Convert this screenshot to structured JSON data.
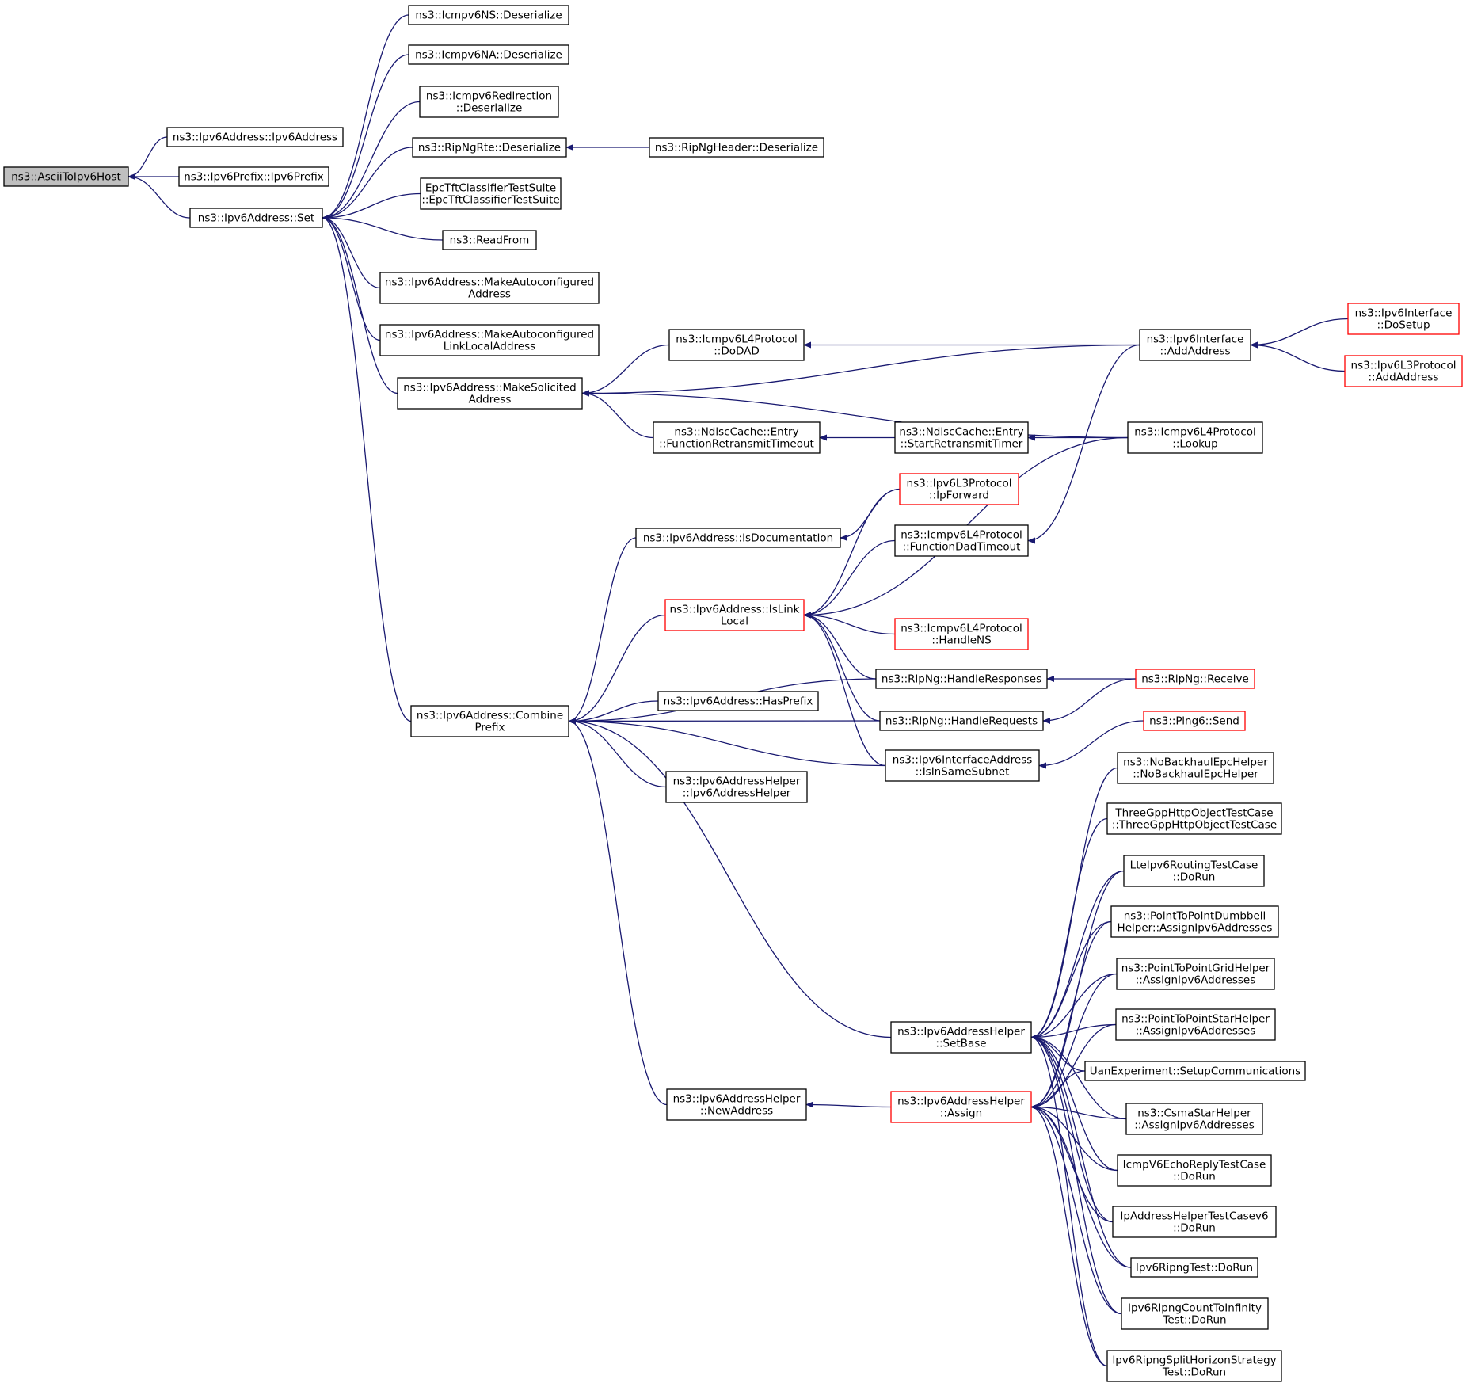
{
  "colors": {
    "edge": "#191970",
    "arrowhead": "#191970",
    "node_border": "#000000",
    "node_border_truncated": "#ff0000",
    "node_fill": "#ffffff",
    "root_fill": "#bfbfbf"
  },
  "nodes": [
    {
      "id": "n0",
      "lines": [
        "ns3::AsciiToIpv6Host"
      ],
      "root": true
    },
    {
      "id": "n1",
      "lines": [
        "ns3::Ipv6Address::Ipv6Address"
      ]
    },
    {
      "id": "n2",
      "lines": [
        "ns3::Ipv6Prefix::Ipv6Prefix"
      ]
    },
    {
      "id": "n3",
      "lines": [
        "ns3::Ipv6Address::Set"
      ]
    },
    {
      "id": "n4",
      "lines": [
        "ns3::Icmpv6NS::Deserialize"
      ]
    },
    {
      "id": "n5",
      "lines": [
        "ns3::Icmpv6NA::Deserialize"
      ]
    },
    {
      "id": "n6",
      "lines": [
        "ns3::Icmpv6Redirection",
        "::Deserialize"
      ]
    },
    {
      "id": "n7",
      "lines": [
        "ns3::RipNgRte::Deserialize"
      ]
    },
    {
      "id": "n8",
      "lines": [
        "ns3::RipNgHeader::Deserialize"
      ]
    },
    {
      "id": "n9",
      "lines": [
        "EpcTftClassifierTestSuite",
        "::EpcTftClassifierTestSuite"
      ]
    },
    {
      "id": "n10",
      "lines": [
        "ns3::ReadFrom"
      ]
    },
    {
      "id": "n11",
      "lines": [
        "ns3::Ipv6Address::MakeAutoconfigured",
        "Address"
      ]
    },
    {
      "id": "n12",
      "lines": [
        "ns3::Ipv6Address::MakeAutoconfigured",
        "LinkLocalAddress"
      ]
    },
    {
      "id": "n13",
      "lines": [
        "ns3::Ipv6Address::MakeSolicited",
        "Address"
      ]
    },
    {
      "id": "n14",
      "lines": [
        "ns3::Icmpv6L4Protocol",
        "::DoDAD"
      ]
    },
    {
      "id": "n15",
      "lines": [
        "ns3::Ipv6Interface",
        "::AddAddress"
      ]
    },
    {
      "id": "n16",
      "lines": [
        "ns3::Ipv6Interface",
        "::DoSetup"
      ],
      "truncated": true
    },
    {
      "id": "n17",
      "lines": [
        "ns3::Ipv6L3Protocol",
        "::AddAddress"
      ],
      "truncated": true
    },
    {
      "id": "n18",
      "lines": [
        "ns3::NdiscCache::Entry",
        "::FunctionRetransmitTimeout"
      ]
    },
    {
      "id": "n19",
      "lines": [
        "ns3::NdiscCache::Entry",
        "::StartRetransmitTimer"
      ]
    },
    {
      "id": "n20",
      "lines": [
        "ns3::Icmpv6L4Protocol",
        "::Lookup"
      ]
    },
    {
      "id": "n21",
      "lines": [
        "ns3::Ipv6L3Protocol",
        "::IpForward"
      ],
      "truncated": true
    },
    {
      "id": "n22",
      "lines": [
        "ns3::Ipv6Address::IsDocumentation"
      ]
    },
    {
      "id": "n23",
      "lines": [
        "ns3::Icmpv6L4Protocol",
        "::FunctionDadTimeout"
      ]
    },
    {
      "id": "n24",
      "lines": [
        "ns3::Ipv6Address::IsLink",
        "Local"
      ],
      "truncated": true
    },
    {
      "id": "n25",
      "lines": [
        "ns3::Icmpv6L4Protocol",
        "::HandleNS"
      ],
      "truncated": true
    },
    {
      "id": "n26",
      "lines": [
        "ns3::RipNg::HandleResponses"
      ]
    },
    {
      "id": "n27",
      "lines": [
        "ns3::RipNg::Receive"
      ],
      "truncated": true
    },
    {
      "id": "n28",
      "lines": [
        "ns3::Ipv6Address::HasPrefix"
      ]
    },
    {
      "id": "n29",
      "lines": [
        "ns3::Ipv6Address::Combine",
        "Prefix"
      ]
    },
    {
      "id": "n30",
      "lines": [
        "ns3::RipNg::HandleRequests"
      ]
    },
    {
      "id": "n31",
      "lines": [
        "ns3::Ping6::Send"
      ],
      "truncated": true
    },
    {
      "id": "n32",
      "lines": [
        "ns3::Ipv6InterfaceAddress",
        "::IsInSameSubnet"
      ]
    },
    {
      "id": "n33",
      "lines": [
        "ns3::NoBackhaulEpcHelper",
        "::NoBackhaulEpcHelper"
      ]
    },
    {
      "id": "n34",
      "lines": [
        "ns3::Ipv6AddressHelper",
        "::Ipv6AddressHelper"
      ]
    },
    {
      "id": "n35",
      "lines": [
        "ThreeGppHttpObjectTestCase",
        "::ThreeGppHttpObjectTestCase"
      ]
    },
    {
      "id": "n36",
      "lines": [
        "LteIpv6RoutingTestCase",
        "::DoRun"
      ]
    },
    {
      "id": "n37",
      "lines": [
        "ns3::PointToPointDumbbell",
        "Helper::AssignIpv6Addresses"
      ]
    },
    {
      "id": "n38",
      "lines": [
        "ns3::PointToPointGridHelper",
        "::AssignIpv6Addresses"
      ]
    },
    {
      "id": "n39",
      "lines": [
        "ns3::Ipv6AddressHelper",
        "::SetBase"
      ]
    },
    {
      "id": "n40",
      "lines": [
        "ns3::PointToPointStarHelper",
        "::AssignIpv6Addresses"
      ]
    },
    {
      "id": "n41",
      "lines": [
        "UanExperiment::SetupCommunications"
      ]
    },
    {
      "id": "n42",
      "lines": [
        "ns3::Ipv6AddressHelper",
        "::NewAddress"
      ]
    },
    {
      "id": "n43",
      "lines": [
        "ns3::Ipv6AddressHelper",
        "::Assign"
      ],
      "truncated": true
    },
    {
      "id": "n44",
      "lines": [
        "ns3::CsmaStarHelper",
        "::AssignIpv6Addresses"
      ]
    },
    {
      "id": "n45",
      "lines": [
        "IcmpV6EchoReplyTestCase",
        "::DoRun"
      ]
    },
    {
      "id": "n46",
      "lines": [
        "IpAddressHelperTestCasev6",
        "::DoRun"
      ]
    },
    {
      "id": "n47",
      "lines": [
        "Ipv6RipngTest::DoRun"
      ]
    },
    {
      "id": "n48",
      "lines": [
        "Ipv6RipngCountToInfinity",
        "Test::DoRun"
      ]
    },
    {
      "id": "n49",
      "lines": [
        "Ipv6RipngSplitHorizonStrategy",
        "Test::DoRun"
      ]
    }
  ],
  "edges": [
    [
      "n0",
      "n1"
    ],
    [
      "n0",
      "n2"
    ],
    [
      "n0",
      "n3"
    ],
    [
      "n3",
      "n4"
    ],
    [
      "n3",
      "n5"
    ],
    [
      "n3",
      "n6"
    ],
    [
      "n3",
      "n7"
    ],
    [
      "n3",
      "n9"
    ],
    [
      "n3",
      "n10"
    ],
    [
      "n3",
      "n11"
    ],
    [
      "n3",
      "n12"
    ],
    [
      "n3",
      "n13"
    ],
    [
      "n3",
      "n29"
    ],
    [
      "n7",
      "n8"
    ],
    [
      "n13",
      "n14"
    ],
    [
      "n13",
      "n15"
    ],
    [
      "n13",
      "n18"
    ],
    [
      "n13",
      "n20"
    ],
    [
      "n14",
      "n15"
    ],
    [
      "n15",
      "n16"
    ],
    [
      "n15",
      "n17"
    ],
    [
      "n18",
      "n19"
    ],
    [
      "n19",
      "n20"
    ],
    [
      "n23",
      "n15"
    ],
    [
      "n22",
      "n21"
    ],
    [
      "n24",
      "n21"
    ],
    [
      "n24",
      "n23"
    ],
    [
      "n24",
      "n20"
    ],
    [
      "n24",
      "n25"
    ],
    [
      "n24",
      "n26"
    ],
    [
      "n24",
      "n30"
    ],
    [
      "n24",
      "n32"
    ],
    [
      "n26",
      "n27"
    ],
    [
      "n30",
      "n27"
    ],
    [
      "n32",
      "n31"
    ],
    [
      "n29",
      "n22"
    ],
    [
      "n29",
      "n24"
    ],
    [
      "n29",
      "n26"
    ],
    [
      "n29",
      "n28"
    ],
    [
      "n29",
      "n30"
    ],
    [
      "n29",
      "n32"
    ],
    [
      "n29",
      "n34"
    ],
    [
      "n29",
      "n39"
    ],
    [
      "n29",
      "n42"
    ],
    [
      "n42",
      "n43"
    ],
    [
      "n39",
      "n33"
    ],
    [
      "n39",
      "n35"
    ],
    [
      "n39",
      "n36"
    ],
    [
      "n39",
      "n37"
    ],
    [
      "n39",
      "n38"
    ],
    [
      "n39",
      "n40"
    ],
    [
      "n39",
      "n41"
    ],
    [
      "n39",
      "n44"
    ],
    [
      "n39",
      "n45"
    ],
    [
      "n39",
      "n46"
    ],
    [
      "n39",
      "n47"
    ],
    [
      "n39",
      "n48"
    ],
    [
      "n39",
      "n49"
    ],
    [
      "n43",
      "n36"
    ],
    [
      "n43",
      "n37"
    ],
    [
      "n43",
      "n38"
    ],
    [
      "n43",
      "n40"
    ],
    [
      "n43",
      "n41"
    ],
    [
      "n43",
      "n44"
    ],
    [
      "n43",
      "n45"
    ],
    [
      "n43",
      "n46"
    ],
    [
      "n43",
      "n47"
    ],
    [
      "n43",
      "n48"
    ],
    [
      "n43",
      "n49"
    ]
  ]
}
